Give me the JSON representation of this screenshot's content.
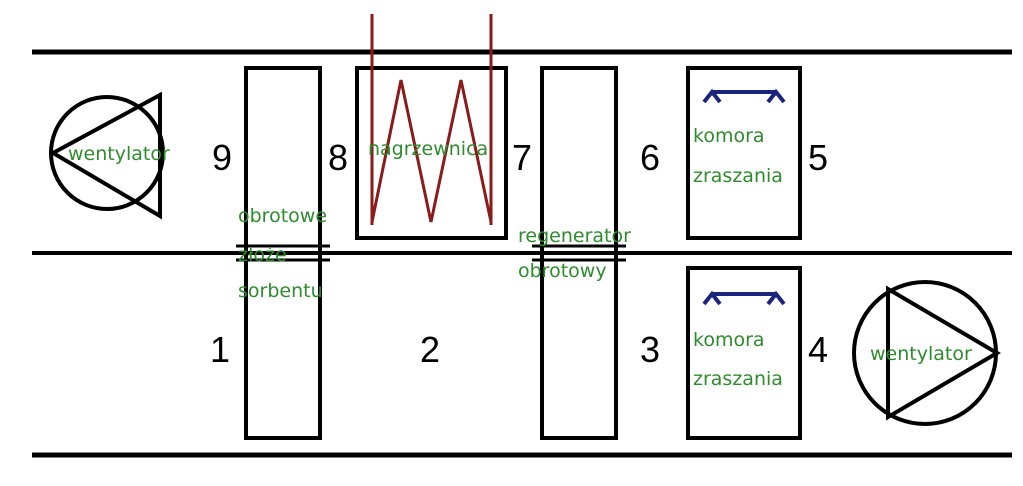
{
  "colors": {
    "line": "#000000",
    "label": "#2e8b2e",
    "heater": "#8b1a1a",
    "nozzle": "#1a237e"
  },
  "labels": {
    "fan_top": "wentylator",
    "fan_bottom": "wentylator",
    "sorbent_line1": "obrotowe",
    "sorbent_line2": "złoże",
    "sorbent_line3": "sorbentu",
    "heater": "nagrzewnica",
    "regen_line1": "regenerator",
    "regen_line2": "obrotowy",
    "spray_top_line1": "komora",
    "spray_top_line2": "zraszania",
    "spray_bottom_line1": "komora",
    "spray_bottom_line2": "zraszania"
  },
  "points": {
    "p1": "1",
    "p2": "2",
    "p3": "3",
    "p4": "4",
    "p5": "5",
    "p6": "6",
    "p7": "7",
    "p8": "8",
    "p9": "9"
  }
}
